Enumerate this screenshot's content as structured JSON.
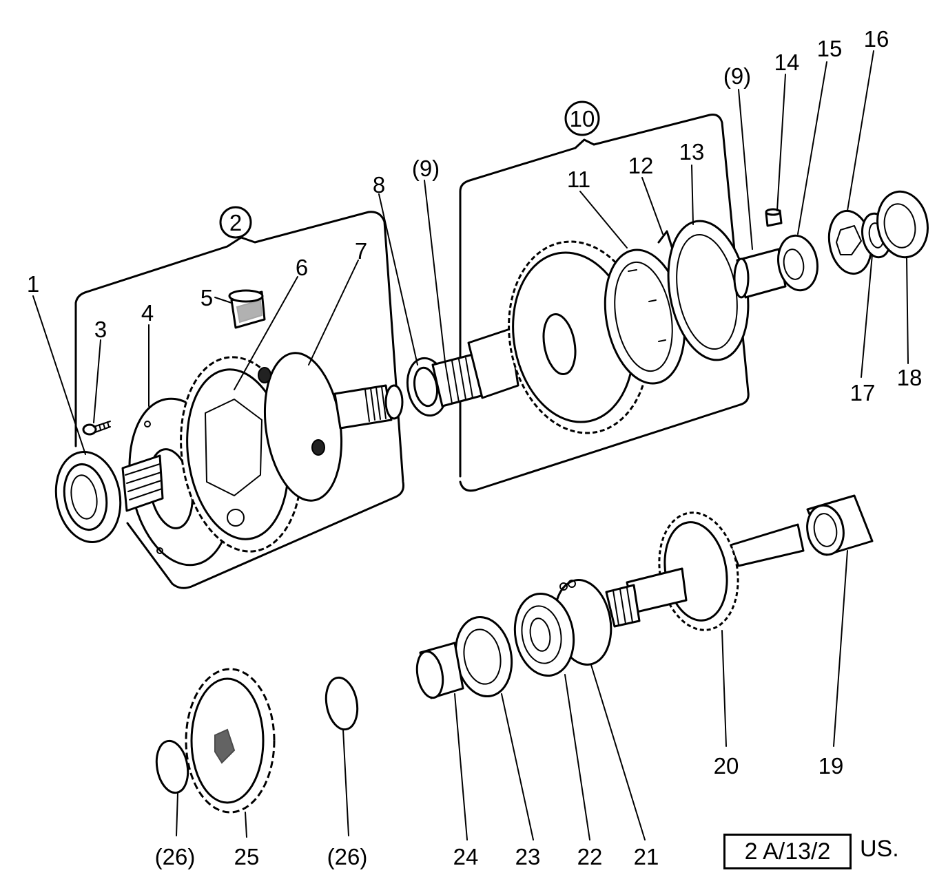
{
  "labels": {
    "l1": "1",
    "l2": "2",
    "l3": "3",
    "l4": "4",
    "l5": "5",
    "l6": "6",
    "l7": "7",
    "l8": "8",
    "l9a": "(9)",
    "l9b": "(9)",
    "l10": "10",
    "l11": "11",
    "l12": "12",
    "l13": "13",
    "l14": "14",
    "l15": "15",
    "l16": "16",
    "l17": "17",
    "l18": "18",
    "l19": "19",
    "l20": "20",
    "l21": "21",
    "l22": "22",
    "l23": "23",
    "l24": "24",
    "l25": "25",
    "l26a": "(26)",
    "l26b": "(26)"
  },
  "reference": {
    "code": "2 A/13/2",
    "suffix": "US."
  }
}
